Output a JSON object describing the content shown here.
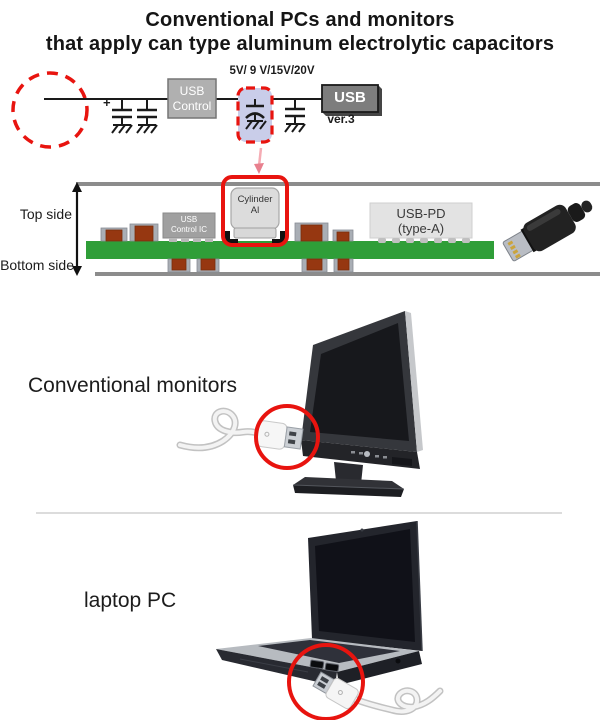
{
  "title": {
    "line1": "Conventional PCs and monitors",
    "line2": "that apply can type aluminum electrolytic capacitors"
  },
  "circuit": {
    "voltage_label": "5V/ 9 V/15V/20V",
    "plus_sign": "+",
    "usb_control_line1": "USB",
    "usb_control_line2": "Control",
    "usb_label": "USB",
    "usb_version": "ver.3"
  },
  "board": {
    "top_side_label": "Top side",
    "bottom_side_label": "Bottom side",
    "usb_control_ic_line1": "USB",
    "usb_control_ic_line2": "Control IC",
    "cylinder_line1": "Cylinder",
    "cylinder_line2": "Al",
    "usb_pd_line1": "USB-PD",
    "usb_pd_line2": "(type-A)"
  },
  "sections": {
    "monitor_label": "Conventional monitors",
    "laptop_label": "laptop PC"
  },
  "colors": {
    "accent_red": "#e8140f",
    "pcb_green": "#2f9e38",
    "component_brown": "#963711",
    "capacitor_highlight": "#c9cde9"
  }
}
